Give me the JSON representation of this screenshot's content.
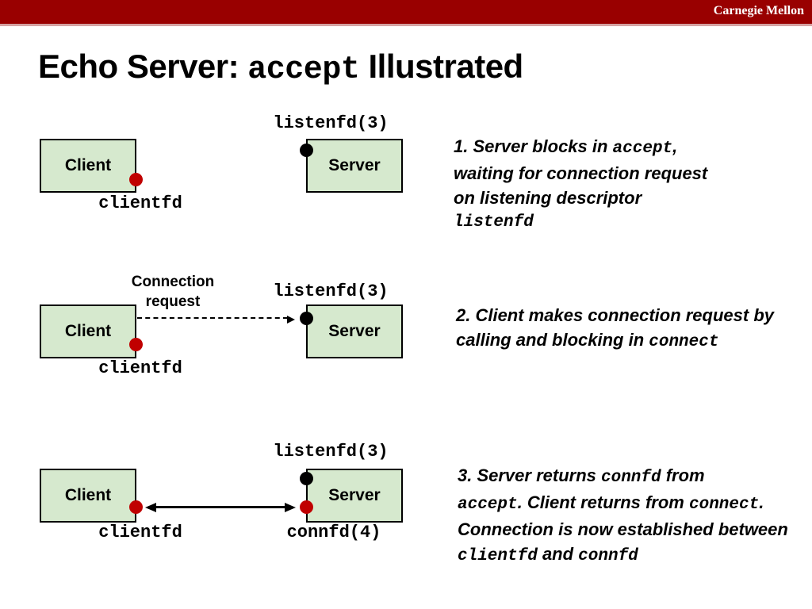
{
  "banner": {
    "brand": "Carnegie Mellon"
  },
  "title": {
    "prefix": "Echo Server: ",
    "code": "accept",
    "suffix": " Illustrated"
  },
  "colors": {
    "banner_bg": "#990000",
    "banner_underline": "#d5a2a2",
    "box_fill": "#d6e9ce",
    "box_border": "#000000",
    "client_socket_dot": "#c00000",
    "listen_socket_dot": "#000000"
  },
  "diagram": {
    "row1": {
      "client": "Client",
      "server": "Server",
      "listenfd": "listenfd(3)",
      "clientfd": "clientfd"
    },
    "row2": {
      "client": "Client",
      "server": "Server",
      "listenfd": "listenfd(3)",
      "clientfd": "clientfd",
      "conn_req_line1": "Connection",
      "conn_req_line2": "request"
    },
    "row3": {
      "client": "Client",
      "server": "Server",
      "listenfd": "listenfd(3)",
      "clientfd": "clientfd",
      "connfd": "connfd(4)"
    }
  },
  "steps": {
    "s1": {
      "l1a": "1. Server blocks in ",
      "l1b": "accept",
      "l1c": ",",
      "l2": "waiting for connection request",
      "l3": "on listening descriptor",
      "l4": "listenfd"
    },
    "s2": {
      "l1": "2. Client makes connection request by",
      "l2a": "calling and blocking in ",
      "l2b": "connect"
    },
    "s3": {
      "l1a": "3. Server returns ",
      "l1b": "connfd",
      "l1c": " from",
      "l2a": "accept",
      "l2b": ". Client returns from ",
      "l2c": "connect",
      "l2d": ".",
      "l3": "Connection is now established between",
      "l4a": "clientfd",
      "l4b": " and ",
      "l4c": "connfd"
    }
  }
}
